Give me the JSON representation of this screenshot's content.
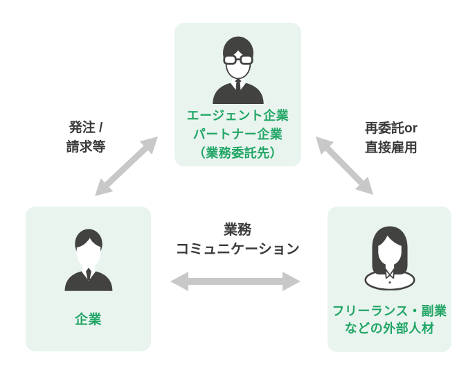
{
  "colors": {
    "node_background": "#e9f4ef",
    "node_label_green": "#21a565",
    "edge_label_dark": "#3a3a3a",
    "arrow_gray": "#c8c8c8",
    "icon_dark": "#424240"
  },
  "nodes": {
    "agent": {
      "icon": "businessman-with-glasses",
      "lines": [
        "エージェント企業",
        "パートナー企業",
        "（業務委託先）"
      ]
    },
    "company": {
      "icon": "businessman",
      "lines": [
        "企業"
      ]
    },
    "freelance": {
      "icon": "businesswoman",
      "lines": [
        "フリーランス・副業",
        "などの外部人材"
      ]
    }
  },
  "edges": {
    "company_agent": {
      "lines": [
        "発注 /",
        "請求等"
      ]
    },
    "agent_freelance": {
      "lines": [
        "再委託or",
        "直接雇用"
      ]
    },
    "company_freelance": {
      "lines": [
        "業務",
        "コミュニケーション"
      ]
    }
  }
}
